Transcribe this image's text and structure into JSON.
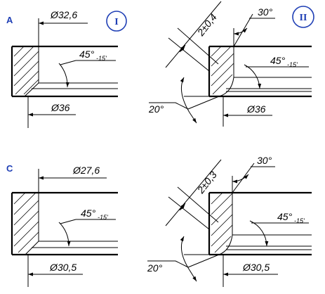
{
  "row_labels": {
    "top": "A",
    "bottom": "C"
  },
  "variant_labels": {
    "left": "I",
    "right": "II"
  },
  "top_left": {
    "inner_diameter": "Ø32,6",
    "angle": "45°",
    "angle_tolerance": "-15'",
    "outer_diameter": "Ø36"
  },
  "top_right": {
    "chamfer_width": "2±0,4",
    "bevel_angle": "30°",
    "angle": "45°",
    "angle_tolerance": "-15'",
    "root_angle": "20°",
    "outer_diameter": "Ø36"
  },
  "bottom_left": {
    "inner_diameter": "Ø27,6",
    "angle": "45°",
    "angle_tolerance": "-15'",
    "outer_diameter": "Ø30,5"
  },
  "bottom_right": {
    "chamfer_width": "2±0,3",
    "bevel_angle": "30°",
    "angle": "45°",
    "angle_tolerance": "-15'",
    "root_angle": "20°",
    "outer_diameter": "Ø30,5"
  },
  "colors": {
    "label_blue": "#1f3fb5",
    "ink": "#000000"
  }
}
